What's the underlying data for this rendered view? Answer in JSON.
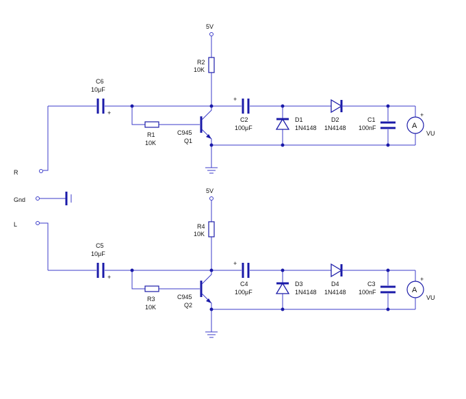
{
  "colors": {
    "wire": "#3a3ac8",
    "component": "#1a1aa8",
    "text": "#111111",
    "background": "#ffffff"
  },
  "inputs": {
    "r": "R",
    "gnd": "Gnd",
    "l": "L"
  },
  "channels": [
    {
      "supply": "5V",
      "input_cap": {
        "name": "C6",
        "value": "10μF",
        "polarity": "+"
      },
      "base_res": {
        "name": "R1",
        "value": "10K"
      },
      "collector_res": {
        "name": "R2",
        "value": "10K"
      },
      "transistor": {
        "type": "C945",
        "name": "Q1"
      },
      "coupling_cap": {
        "name": "C2",
        "value": "100μF",
        "polarity": "+"
      },
      "shunt_diode": {
        "name": "D1",
        "type": "1N4148"
      },
      "series_diode": {
        "name": "D2",
        "type": "1N4148"
      },
      "filter_cap": {
        "name": "C1",
        "value": "100nF"
      },
      "meter": {
        "symbol": "A",
        "label": "VU",
        "polarity": "+"
      }
    },
    {
      "supply": "5V",
      "input_cap": {
        "name": "C5",
        "value": "10μF",
        "polarity": "+"
      },
      "base_res": {
        "name": "R3",
        "value": "10K"
      },
      "collector_res": {
        "name": "R4",
        "value": "10K"
      },
      "transistor": {
        "type": "C945",
        "name": "Q2"
      },
      "coupling_cap": {
        "name": "C4",
        "value": "100μF",
        "polarity": "+"
      },
      "shunt_diode": {
        "name": "D3",
        "type": "1N4148"
      },
      "series_diode": {
        "name": "D4",
        "type": "1N4148"
      },
      "filter_cap": {
        "name": "C3",
        "value": "100nF"
      },
      "meter": {
        "symbol": "A",
        "label": "VU",
        "polarity": "+"
      }
    }
  ]
}
